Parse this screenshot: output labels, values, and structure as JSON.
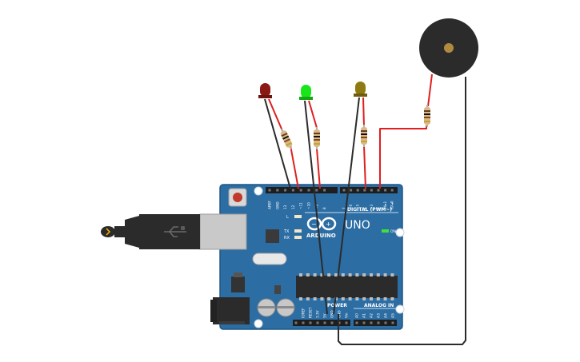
{
  "board": {
    "logo_text": "ARDUINO",
    "model": "UNO",
    "digital_header": "DIGITAL (PWM~)",
    "power_header": "POWER",
    "analog_header": "ANALOG IN",
    "on_label": "ON",
    "led_l": "L",
    "led_tx": "TX",
    "led_rx": "RX",
    "top_pins": [
      "AREF",
      "GND",
      "13",
      "12",
      "~11",
      "~10",
      "~9",
      "8",
      "7",
      "~6",
      "~5",
      "4",
      "~3",
      "2",
      "TX▸1",
      "RX◂0"
    ],
    "power_pins": [
      "IOREF",
      "RESET",
      "3.3V",
      "5V",
      "GND",
      "GND",
      "Vin"
    ],
    "analog_pins": [
      "A0",
      "A1",
      "A2",
      "A3",
      "A4",
      "A5"
    ]
  },
  "components": {
    "leds": [
      {
        "color_name": "red",
        "color": "#8b1a12"
      },
      {
        "color_name": "green",
        "color": "#19e619"
      },
      {
        "color_name": "yellow",
        "color": "#8f7a12"
      }
    ],
    "resistor_count": 4,
    "buzzer": "piezo"
  },
  "colors": {
    "board": "#2c6da3",
    "wire_red": "#e01e1e",
    "wire_black": "#2b2b2b",
    "resistor_body": "#d7b98b"
  }
}
